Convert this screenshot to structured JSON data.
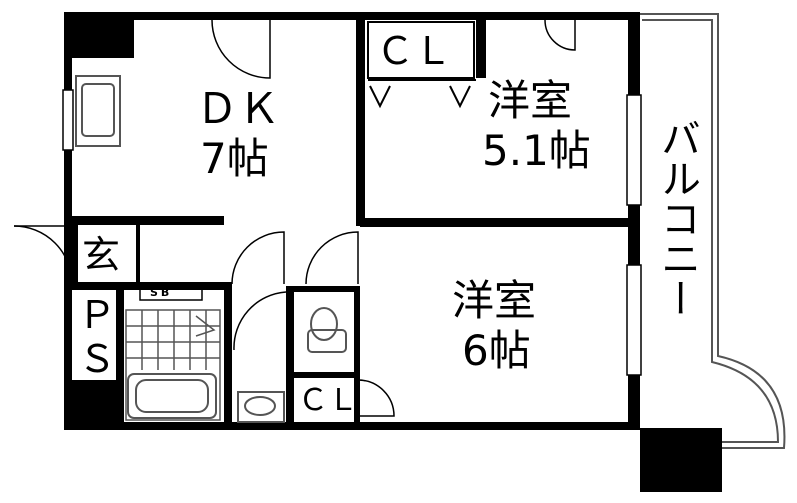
{
  "rooms": {
    "dk": {
      "name": "ＤＫ",
      "size": "7帖"
    },
    "western_north": {
      "name": "洋室",
      "size": "5.1帖"
    },
    "western_south": {
      "name": "洋室",
      "size": "6帖"
    },
    "closet_top": "ＣＬ",
    "closet_bottom": "ＣＬ",
    "entrance": "玄",
    "ps_p": "Ｐ",
    "ps_s": "Ｓ",
    "shoebox": "SB",
    "balcony": "バルコニー"
  },
  "colors": {
    "wall": "#000000",
    "fixture": "#555555",
    "background": "#ffffff"
  }
}
